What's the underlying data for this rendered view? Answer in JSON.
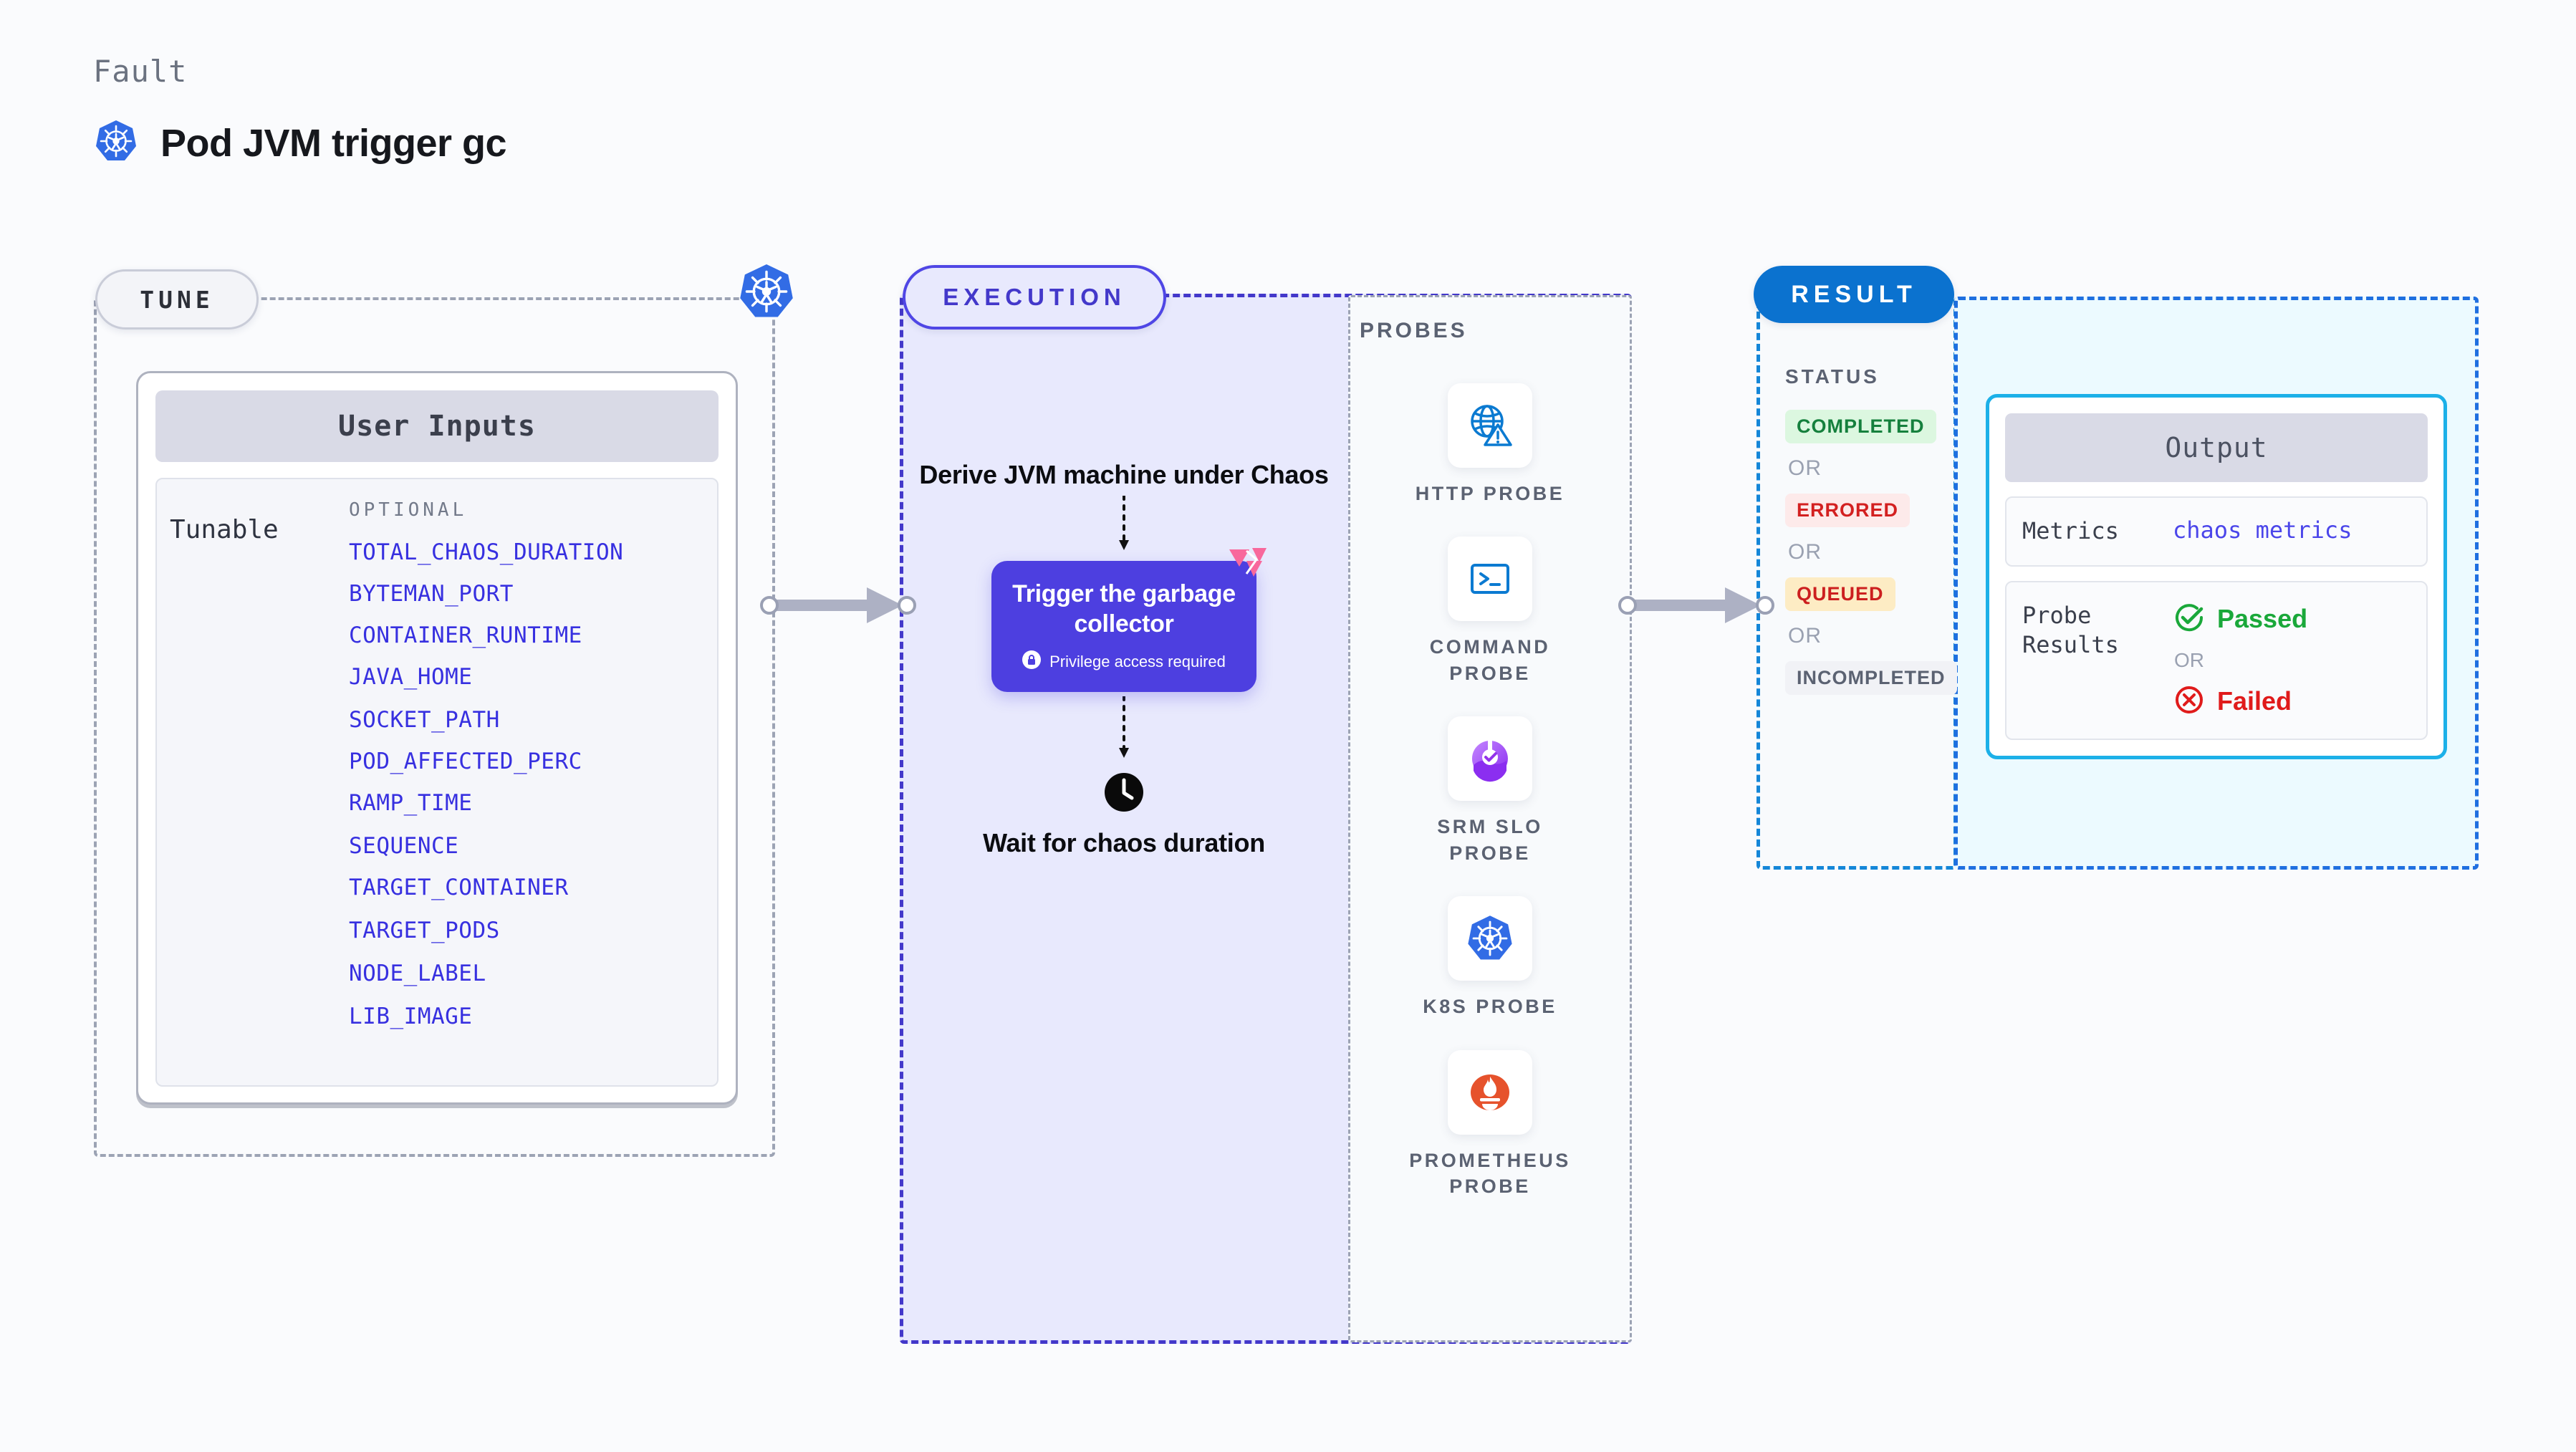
{
  "header": {
    "eyebrow": "Fault",
    "title": "Pod JVM trigger gc",
    "icon": "kubernetes-icon"
  },
  "sections": {
    "tune": {
      "chip_label": "TUNE",
      "border_icon": "kubernetes-icon"
    },
    "execution": {
      "chip_label": "EXECUTION"
    },
    "probes": {
      "title": "PROBES"
    },
    "result": {
      "chip_label": "RESULT"
    }
  },
  "user_inputs": {
    "card_title": "User Inputs",
    "row_label": "Tunable",
    "group_heading": "OPTIONAL",
    "tunables": [
      "TOTAL_CHAOS_DURATION",
      "BYTEMAN_PORT",
      "CONTAINER_RUNTIME",
      "JAVA_HOME",
      "SOCKET_PATH",
      "POD_AFFECTED_PERC",
      "RAMP_TIME",
      "SEQUENCE",
      "TARGET_CONTAINER",
      "TARGET_PODS",
      "NODE_LABEL",
      "LIB_IMAGE"
    ]
  },
  "execution_flow": {
    "step_derive": "Derive JVM machine under Chaos",
    "node": {
      "title": "Trigger the garbage collector",
      "subtitle": "Privilege access required",
      "lock_icon": "lock-icon",
      "corner_badge_icon": "litmus-logo-icon"
    },
    "step_wait": "Wait for chaos duration",
    "wait_icon": "clock-icon"
  },
  "probes": [
    {
      "label": "HTTP PROBE",
      "icon": "globe-warning-icon"
    },
    {
      "label": "COMMAND PROBE",
      "icon": "terminal-icon"
    },
    {
      "label": "SRM SLO PROBE",
      "icon": "srm-slo-icon"
    },
    {
      "label": "K8S PROBE",
      "icon": "kubernetes-icon"
    },
    {
      "label": "PROMETHEUS PROBE",
      "icon": "prometheus-icon"
    }
  ],
  "result": {
    "status_title": "STATUS",
    "or_label": "OR",
    "statuses": [
      {
        "label": "COMPLETED",
        "color": "#15803d",
        "bg": "#dcf7e0"
      },
      {
        "label": "ERRORED",
        "color": "#d32020",
        "bg": "#fdeaea"
      },
      {
        "label": "QUEUED",
        "color": "#cc1f1f",
        "bg": "#fdecc4"
      },
      {
        "label": "INCOMPLETED",
        "color": "#5b6272",
        "bg": "#f1f2f6"
      }
    ]
  },
  "output": {
    "card_title": "Output",
    "metrics_label": "Metrics",
    "metrics_value": "chaos metrics",
    "probe_results_label": "Probe Results",
    "or_label": "OR",
    "passed": {
      "label": "Passed",
      "color": "#1aa83a",
      "icon": "check-circle-icon"
    },
    "failed": {
      "label": "Failed",
      "color": "#e01b1b",
      "icon": "x-circle-icon"
    }
  },
  "colors": {
    "execution_accent": "#4338ca",
    "result_accent": "#0b72cf",
    "output_accent": "#1cb0e8",
    "tunable_link": "#3730e0",
    "node_fill": "#4d3fe0",
    "litmus_pink": "#f8689c",
    "page_bg": "#fafbfd"
  }
}
